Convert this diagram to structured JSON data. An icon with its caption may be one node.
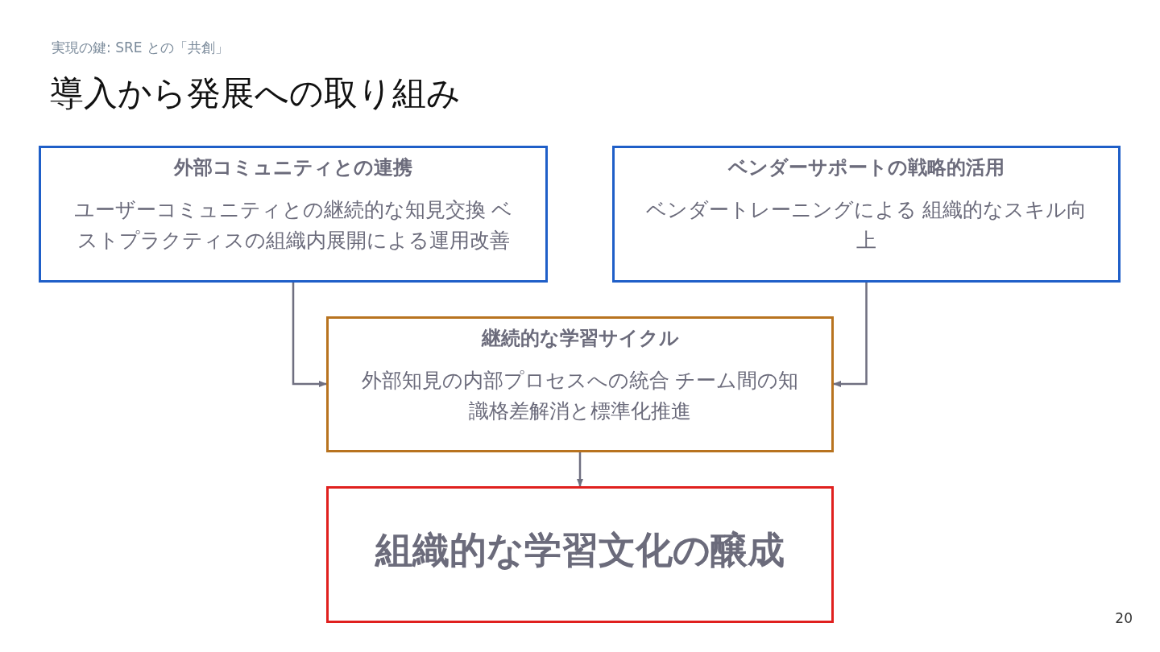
{
  "diagram": {
    "title": "導入から発展への取り組み",
    "nodes": [
      {
        "text": [
          "外部コミュニティとの連携",
          "ユーザーコミュニティとの継続的な知見交換 ベストプラクティスの組織内展開による運用改善"
        ]
      },
      {
        "text": [
          "ベンダーサポートの戦略的活用",
          "ベンダートレーニングによる 組織的なスキル向上"
        ]
      },
      {
        "text": [
          "継続的な学習サイクル",
          "外部知見の内部プロセスへの統合 チーム間の知識格差解消と標準化推進"
        ]
      },
      {
        "text": [
          "組織的な学習文化の醸成"
        ]
      }
    ],
    "edges": [
      {
        "from": 0,
        "to": 2,
        "arrow": "to"
      },
      {
        "from": 1,
        "to": 2,
        "arrow": "to"
      },
      {
        "from": 2,
        "to": 3,
        "arrow": "to"
      }
    ],
    "labels": [
      "実現の鍵: SRE との「共創」",
      "20"
    ]
  }
}
